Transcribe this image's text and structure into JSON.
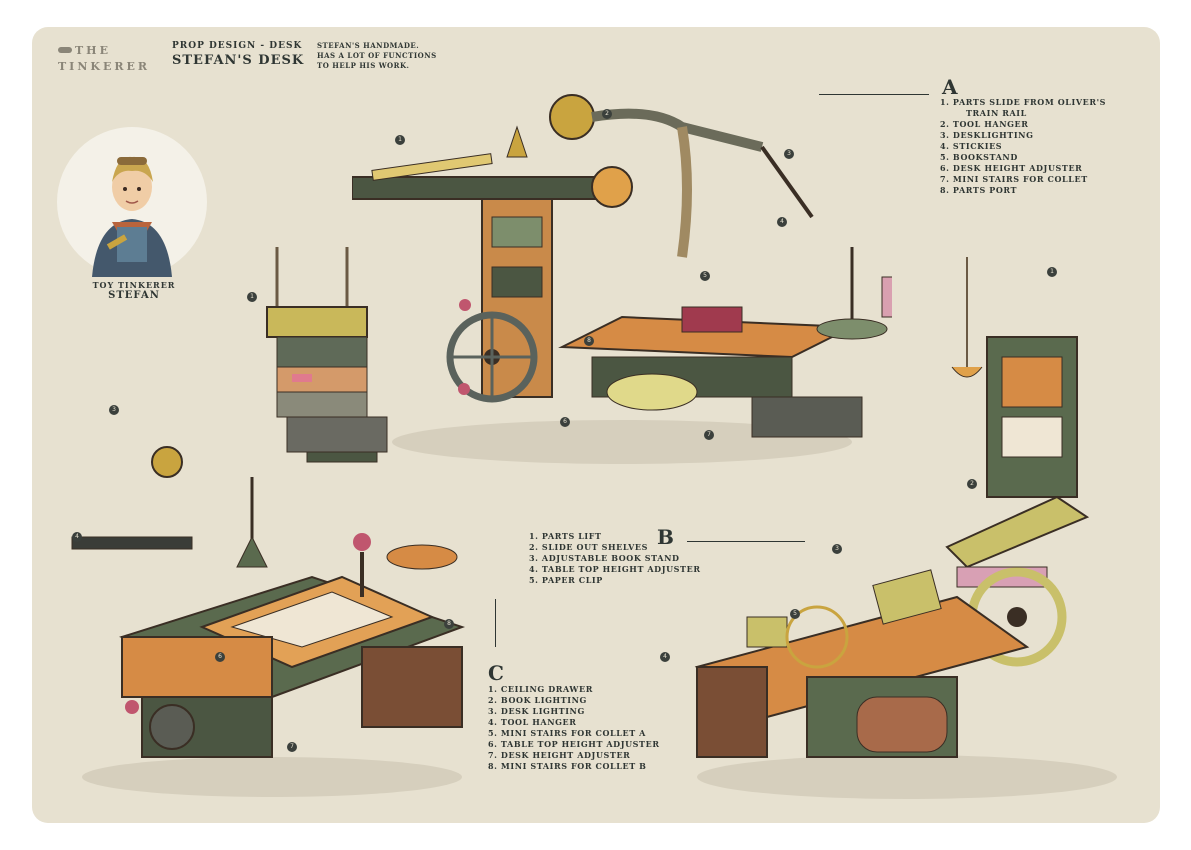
{
  "brand": {
    "the": "THE",
    "tinkerer": "TINKERER"
  },
  "header": {
    "category": "PROP DESIGN - DESK",
    "title": "STEFAN'S DESK",
    "description": [
      "STEFAN'S HANDMADE.",
      "HAS A LOT OF FUNCTIONS",
      "TO HELP HIS WORK."
    ]
  },
  "character": {
    "role": "TOY TINKERER",
    "name": "STEFAN"
  },
  "sections": {
    "A": {
      "letter": "A",
      "items": [
        "1. PARTS SLIDE FROM OLIVER'S",
        "TRAIN RAIL",
        "2. TOOL HANGER",
        "3. DESKLIGHTING",
        "4. STICKIES",
        "5. BOOKSTAND",
        "6. DESK HEIGHT ADJUSTER",
        "7. MINI STAIRS FOR COLLET",
        "8. PARTS PORT"
      ]
    },
    "B": {
      "letter": "B",
      "items": [
        "1. PARTS LIFT",
        "2. SLIDE OUT SHELVES",
        "3. ADJUSTABLE BOOK STAND",
        "4. TABLE TOP HEIGHT ADJUSTER",
        "5. PAPER CLIP"
      ]
    },
    "C": {
      "letter": "C",
      "items": [
        "1. CEILING DRAWER",
        "2. BOOK LIGHTING",
        "3. DESK LIGHTING",
        "4. TOOL HANGER",
        "5. MINI STAIRS FOR COLLET A",
        "6. TABLE TOP HEIGHT ADJUSTER",
        "7. DESK HEIGHT ADJUSTER",
        "8. MINI STAIRS FOR COLLET B"
      ]
    }
  },
  "colors": {
    "paper": "#e7e1d0",
    "ink": "#2f3633",
    "wood": "#c98a4a",
    "olive": "#4b5642",
    "brass": "#c9a43f",
    "pink": "#c0566e"
  }
}
